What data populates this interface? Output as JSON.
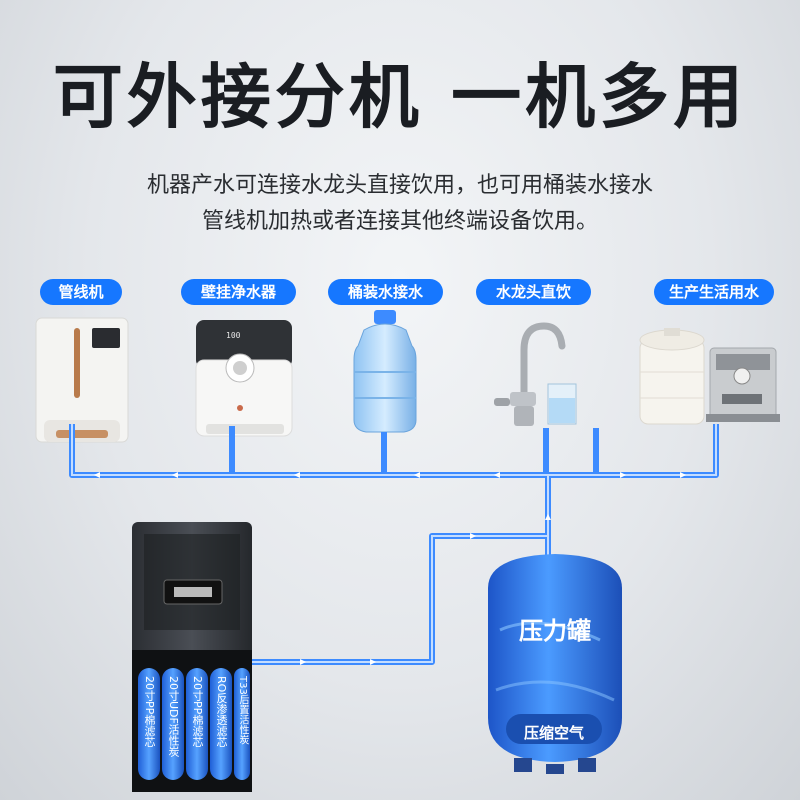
{
  "title": "可外接分机 一机多用",
  "subtitle": {
    "line1": "机器产水可连接水龙头直接饮用，也可用桶装水接水",
    "line2": "管线机加热或者连接其他终端设备饮用。"
  },
  "devices": [
    {
      "label": "管线机",
      "icon": "pipeline-dispenser-icon"
    },
    {
      "label": "壁挂净水器",
      "icon": "wall-purifier-icon"
    },
    {
      "label": "桶装水接水",
      "icon": "water-jug-icon"
    },
    {
      "label": "水龙头直饮",
      "icon": "faucet-icon"
    },
    {
      "label": "生产生活用水",
      "icon": "tank-and-coffee-machine-icon"
    }
  ],
  "pressure_tank": {
    "label": "压力罐",
    "sub_label": "压缩空气"
  },
  "wall_purifier_screen": "100",
  "filters": [
    {
      "label": "20寸PP棉滤芯"
    },
    {
      "label": "20寸UDF活性炭"
    },
    {
      "label": "20寸PP棉滤芯"
    },
    {
      "label": "RO反渗透滤芯"
    },
    {
      "label": "T33后置活性炭"
    }
  ],
  "colors": {
    "accent": "#1677ff",
    "pipe": "#3d8bff",
    "tank": "#2e6fe0",
    "text": "#1a1d22"
  }
}
